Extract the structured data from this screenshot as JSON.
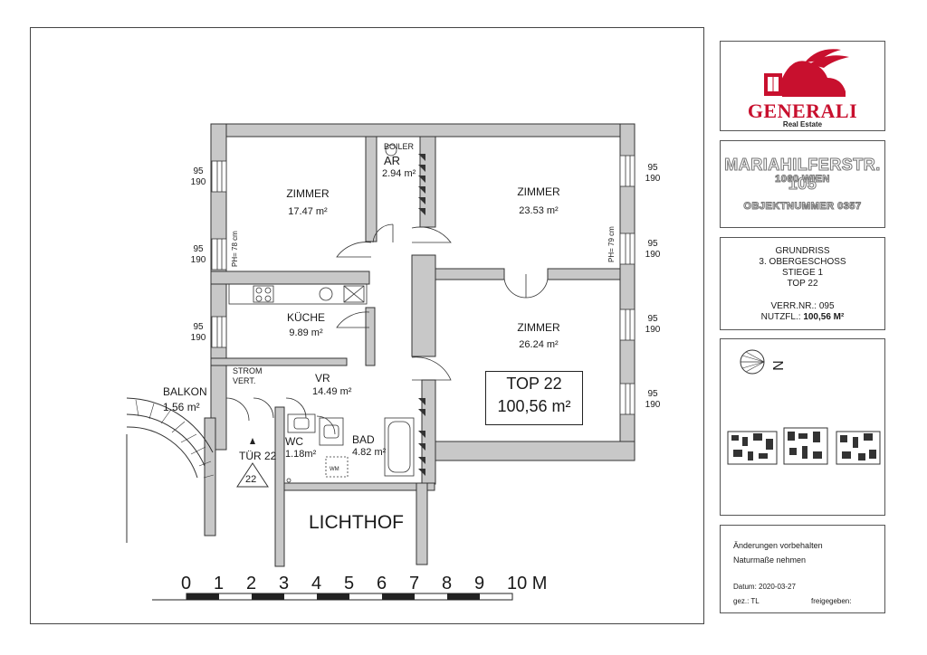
{
  "rooms": {
    "zimmer1": {
      "name": "ZIMMER",
      "area": "17.47 m²"
    },
    "ar": {
      "boiler": "BOILER",
      "name": "AR",
      "area": "2.94 m²"
    },
    "zimmer2": {
      "name": "ZIMMER",
      "area": "23.53 m²"
    },
    "kueche": {
      "name": "KÜCHE",
      "area": "9.89 m²"
    },
    "zimmer3": {
      "name": "ZIMMER",
      "area": "26.24 m²"
    },
    "vr": {
      "name": "VR",
      "area": "14.49 m²"
    },
    "balkon": {
      "name": "BALKON",
      "area": "1.56 m²"
    },
    "wc": {
      "name": "WC",
      "area": "1.18m²"
    },
    "bad": {
      "name": "BAD",
      "area": "4.82 m²"
    },
    "lichthof": {
      "name": "LICHTHOF"
    }
  },
  "labels": {
    "strom1": "STROM",
    "strom2": "VERT.",
    "tuer": "TÜR 22",
    "tuer_number": "22",
    "wm": "WM",
    "ph_left": "PH= 78 cm",
    "ph_right": "PH= 79 cm"
  },
  "windows": {
    "left": [
      {
        "a": "95",
        "b": "190"
      },
      {
        "a": "95",
        "b": "190"
      },
      {
        "a": "95",
        "b": "190"
      }
    ],
    "right": [
      {
        "a": "95",
        "b": "190"
      },
      {
        "a": "95",
        "b": "190"
      },
      {
        "a": "95",
        "b": "190"
      },
      {
        "a": "95",
        "b": "190"
      }
    ]
  },
  "top_box": {
    "line1": "TOP 22",
    "line2": "100,56 m²"
  },
  "scale": {
    "numbers": [
      "0",
      "1",
      "2",
      "3",
      "4",
      "5",
      "6",
      "7",
      "8",
      "9",
      "10 M"
    ]
  },
  "title_block": {
    "logo_text": "GENERALI",
    "logo_sub": "Real Estate",
    "address_line1": "MARIAHILFERSTR. 105",
    "address_line2": "1060 WIEN",
    "objektnummer": "OBJEKTNUMMER 0357",
    "plan": [
      "GRUNDRISS",
      "3. OBERGESCHOSS",
      "STIEGE 1",
      "TOP 22"
    ],
    "verr": "VERR.NR.: 095",
    "nutzfl_label": "NUTZFL.: ",
    "nutzfl_value": "100,56 M²",
    "north": "N",
    "notes": [
      "Änderungen vorbehalten",
      "Naturmaße nehmen"
    ],
    "datum": "Datum: 2020-03-27",
    "gez": "gez.: TL",
    "freigegeben": "freigegeben:"
  },
  "colors": {
    "brand_red": "#c8102e",
    "wall_gray": "#c8c8c8"
  }
}
